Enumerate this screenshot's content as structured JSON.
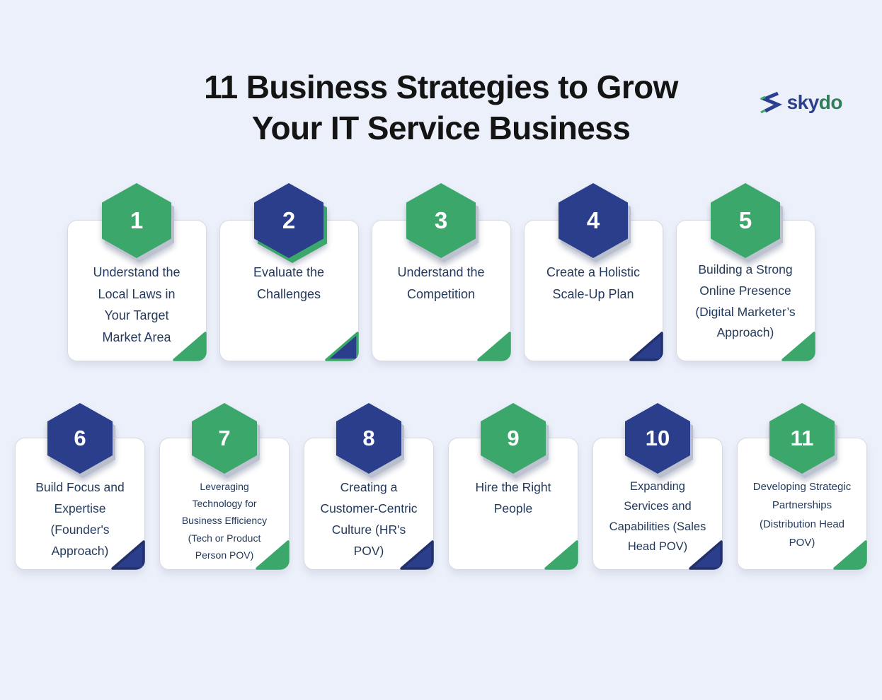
{
  "logo": {
    "icon": "skydo-s-icon",
    "brand_sky": "sky",
    "brand_do": "do"
  },
  "title": "11 Business Strategies to Grow\nYour IT Service Business",
  "colors": {
    "background": "#ECF0FA",
    "green": "#3BA76A",
    "navy": "#2B3E8C",
    "card_text": "#233A5C",
    "title_text": "#141414",
    "logo_blue": "#2B3F8E",
    "logo_green": "#2E7D57"
  },
  "cards": [
    {
      "number": "1",
      "variant": "green",
      "title": "Understand the\nLocal Laws in\nYour Target\nMarket Area"
    },
    {
      "number": "2",
      "variant": "navy navy-green",
      "title": "Evaluate the\nChallenges"
    },
    {
      "number": "3",
      "variant": "green",
      "title": "Understand the\nCompetition"
    },
    {
      "number": "4",
      "variant": "navy",
      "title": "Create a Holistic\nScale-Up Plan"
    },
    {
      "number": "5",
      "variant": "green",
      "title": "Building a Strong\nOnline Presence\n(Digital Marketer’s\nApproach)"
    },
    {
      "number": "6",
      "variant": "navy",
      "title": "Build Focus and\nExpertise\n(Founder's\nApproach)"
    },
    {
      "number": "7",
      "variant": "green",
      "title": "Leveraging\nTechnology for\nBusiness Efficiency\n(Tech or Product\nPerson POV)"
    },
    {
      "number": "8",
      "variant": "navy",
      "title": "Creating a\nCustomer-Centric\nCulture (HR's\nPOV)"
    },
    {
      "number": "9",
      "variant": "green",
      "title": "Hire the Right\nPeople"
    },
    {
      "number": "10",
      "variant": "navy",
      "title": "Expanding\nServices and\nCapabilities (Sales\nHead POV)"
    },
    {
      "number": "11",
      "variant": "green",
      "title": "Developing Strategic\nPartnerships\n(Distribution Head\nPOV)"
    }
  ]
}
